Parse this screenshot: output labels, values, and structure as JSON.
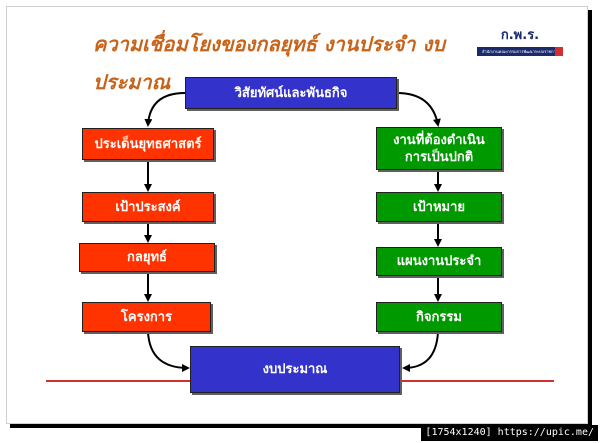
{
  "slide": {
    "title": "ความเชื่อมโยงของกลยุทธ์ งานประจำ งบประมาณ",
    "logo_text": "ก.พ.ร.",
    "logo_subtext": "สำนักงานคณะกรรมการพัฒนาระบบราชการ"
  },
  "diagram": {
    "top": "วิสัยทัศน์และพันธกิจ",
    "bottom": "งบประมาณ",
    "left_column": [
      "ประเด็นยุทธศาสตร์",
      "เป้าประสงค์",
      "กลยุทธ์",
      "โครงการ"
    ],
    "right_column": [
      "งานที่ต้องดำเนินการเป็นปกติ",
      "เป้าหมาย",
      "แผนงานประจำ",
      "กิจกรรม"
    ]
  },
  "colors": {
    "title": "#c8641a",
    "blue_box": "#3333cc",
    "red_box": "#ff3300",
    "green_box": "#009900",
    "divider": "#d32f2f"
  },
  "footer": {
    "text": "[1754x1240] https://upic.me/"
  }
}
